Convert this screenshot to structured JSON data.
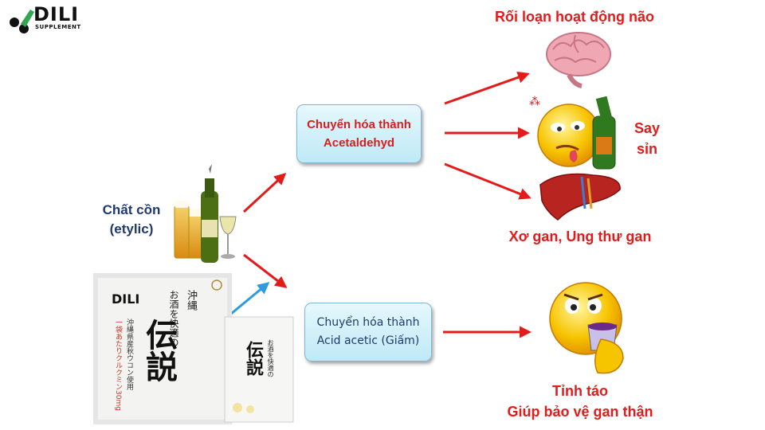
{
  "logo": {
    "brand": "DILI",
    "sub": "SUPPLEMENT"
  },
  "source": {
    "lines": [
      "Chất cồn",
      "(etylic)"
    ]
  },
  "boxes": {
    "acetaldehyd": {
      "lines": [
        "Chuyển hóa thành",
        "Acetaldehyd"
      ]
    },
    "acetic": {
      "lines": [
        "Chuyển hóa thành",
        "Acid acetic (Giấm)"
      ]
    }
  },
  "outcomes": {
    "brain": "Rối loạn hoạt động não",
    "drunk": {
      "lines": [
        "Say",
        "sỉn"
      ]
    },
    "liver": "Xơ gan, Ung thư gan",
    "alert": {
      "lines": [
        "Tỉnh táo",
        "Giúp bảo vệ gan thận"
      ]
    }
  },
  "product": {
    "title": "伝説",
    "subtitle": "お酒を快適の",
    "region": "沖縄",
    "side_text": "沖縄県産秋ウコン使用",
    "dose_text": "一袋あたりクルクミン30mg"
  },
  "colors": {
    "arrow_red": "#e31b1b",
    "arrow_blue": "#2e9be0",
    "box_fill": "#d9f3fb",
    "title_navy": "#1f3a6e"
  }
}
